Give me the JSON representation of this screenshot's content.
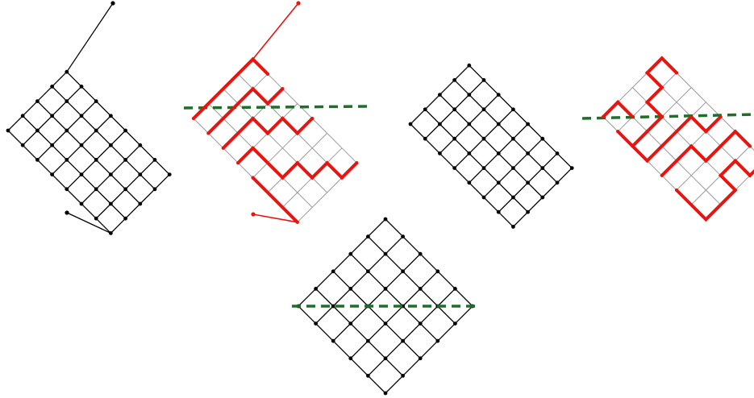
{
  "colors": {
    "background": "#ffffff",
    "lattice": "#000000",
    "faint_grid": "#9a9a9a",
    "highlight": "#e8140f",
    "cut_line": "#1f6e2a"
  },
  "figures": [
    {
      "name": "lattice-1",
      "kind": "rectangular lattice 4x7 with top and bottom tails",
      "tails": true,
      "highlighted": false,
      "cut_line": false
    },
    {
      "name": "lattice-2",
      "kind": "rectangular lattice 4x7 with top and bottom tails",
      "tails": true,
      "highlighted": true,
      "cut_line": true
    },
    {
      "name": "lattice-3",
      "kind": "rectangular lattice 4x7",
      "tails": false,
      "highlighted": false,
      "cut_line": false
    },
    {
      "name": "lattice-4",
      "kind": "rectangular lattice 4x7",
      "tails": false,
      "highlighted": true,
      "cut_line": true
    },
    {
      "name": "lattice-5",
      "kind": "square lattice 5x5",
      "tails": false,
      "highlighted": false,
      "cut_line": true
    }
  ]
}
